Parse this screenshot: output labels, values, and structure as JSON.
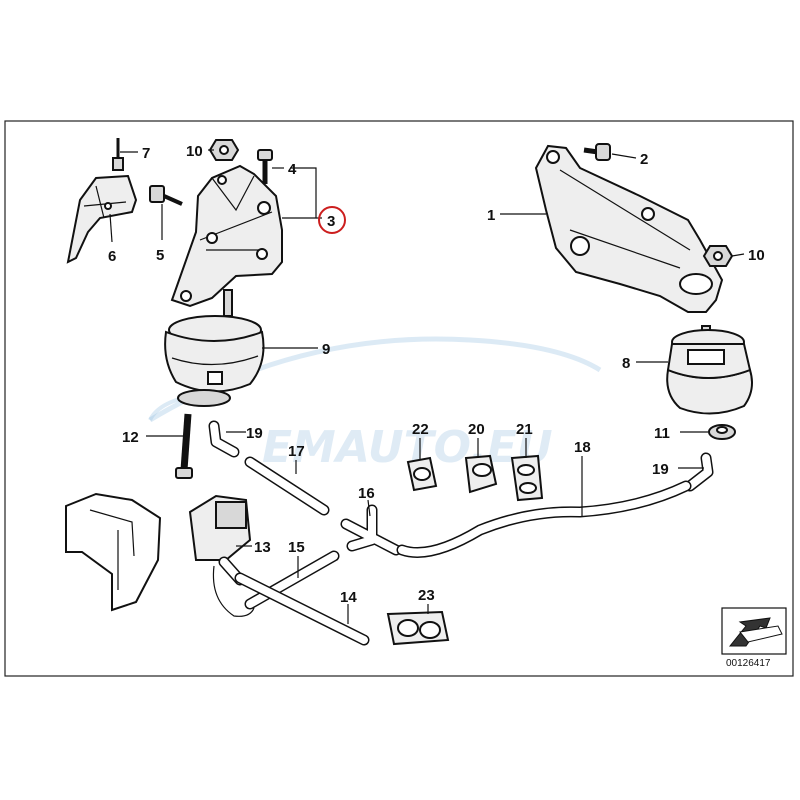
{
  "diagram": {
    "reference_number": "00126417",
    "watermark": "EMAUTO.EU",
    "highlighted_callout": "3",
    "highlight_color": "#cc1e1e",
    "callouts": {
      "c1": "1",
      "c2": "2",
      "c3": "3",
      "c4": "4",
      "c5": "5",
      "c6": "6",
      "c7": "7",
      "c8": "8",
      "c9": "9",
      "c10a": "10",
      "c10b": "10",
      "c11": "11",
      "c12": "12",
      "c13": "13",
      "c14": "14",
      "c15": "15",
      "c16": "16",
      "c17": "17",
      "c18": "18",
      "c19a": "19",
      "c19b": "19",
      "c20": "20",
      "c21": "21",
      "c22": "22",
      "c23": "23"
    }
  }
}
